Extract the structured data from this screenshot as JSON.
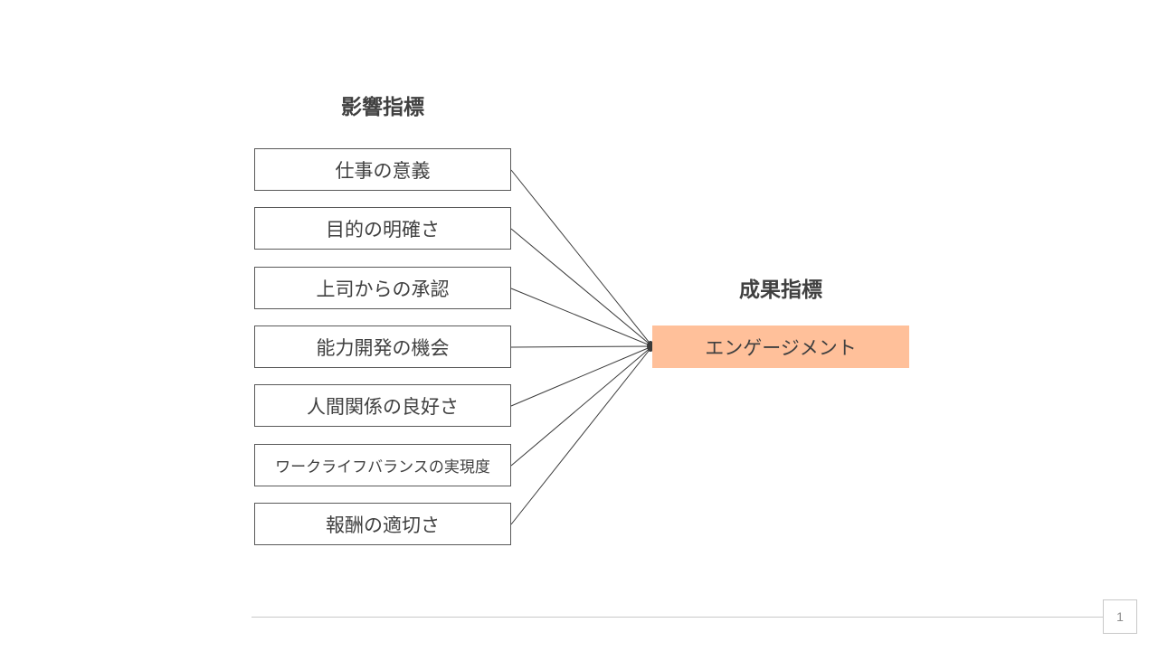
{
  "headings": {
    "influence": "影響指標",
    "outcome": "成果指標"
  },
  "factors": [
    {
      "label": "仕事の意義"
    },
    {
      "label": "目的の明確さ"
    },
    {
      "label": "上司からの承認"
    },
    {
      "label": "能力開発の機会"
    },
    {
      "label": "人間関係の良好さ"
    },
    {
      "label": "ワークライフバランスの実現度"
    },
    {
      "label": "報酬の適切さ"
    }
  ],
  "outcome": {
    "label": "エンゲージメント"
  },
  "colors": {
    "outcome_fill": "#ffc09a",
    "line": "#3a3a3a",
    "box_border": "#595959"
  },
  "page_number": "1"
}
